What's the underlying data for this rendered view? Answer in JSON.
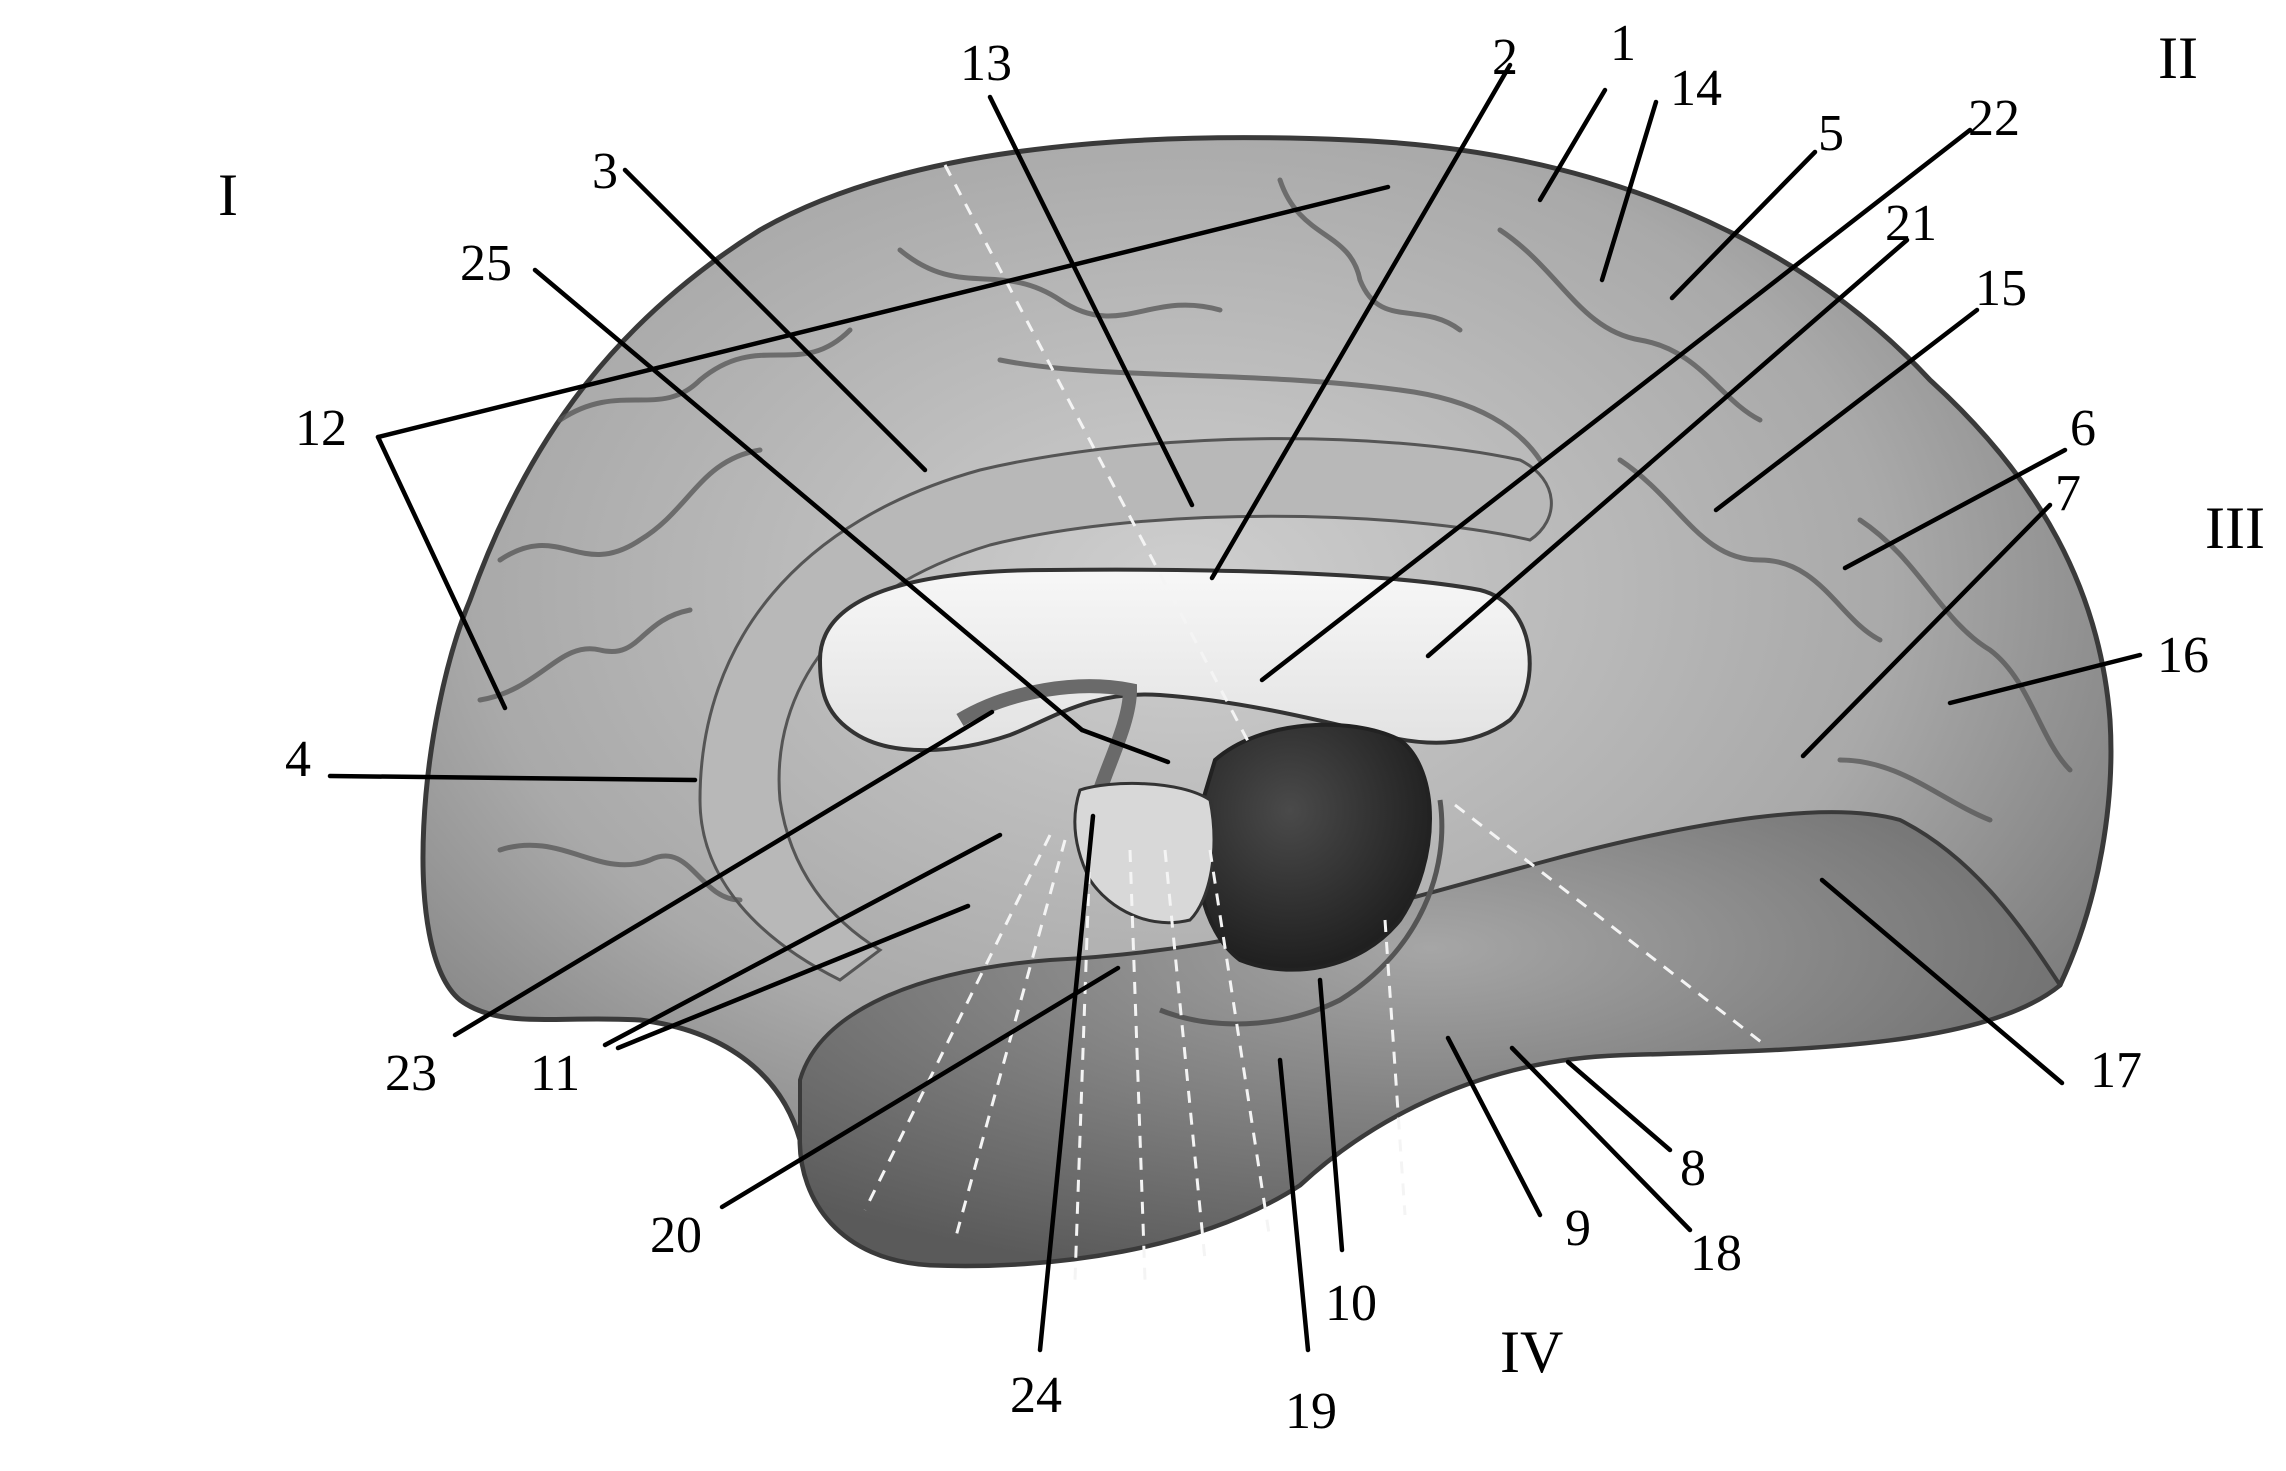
{
  "diagram": {
    "regions": [
      "I",
      "II",
      "III",
      "IV"
    ],
    "labels": [
      "1",
      "2",
      "3",
      "4",
      "5",
      "6",
      "7",
      "8",
      "9",
      "10",
      "11",
      "12",
      "13",
      "14",
      "15",
      "16",
      "17",
      "18",
      "19",
      "20",
      "21",
      "22",
      "23",
      "24",
      "25"
    ]
  }
}
